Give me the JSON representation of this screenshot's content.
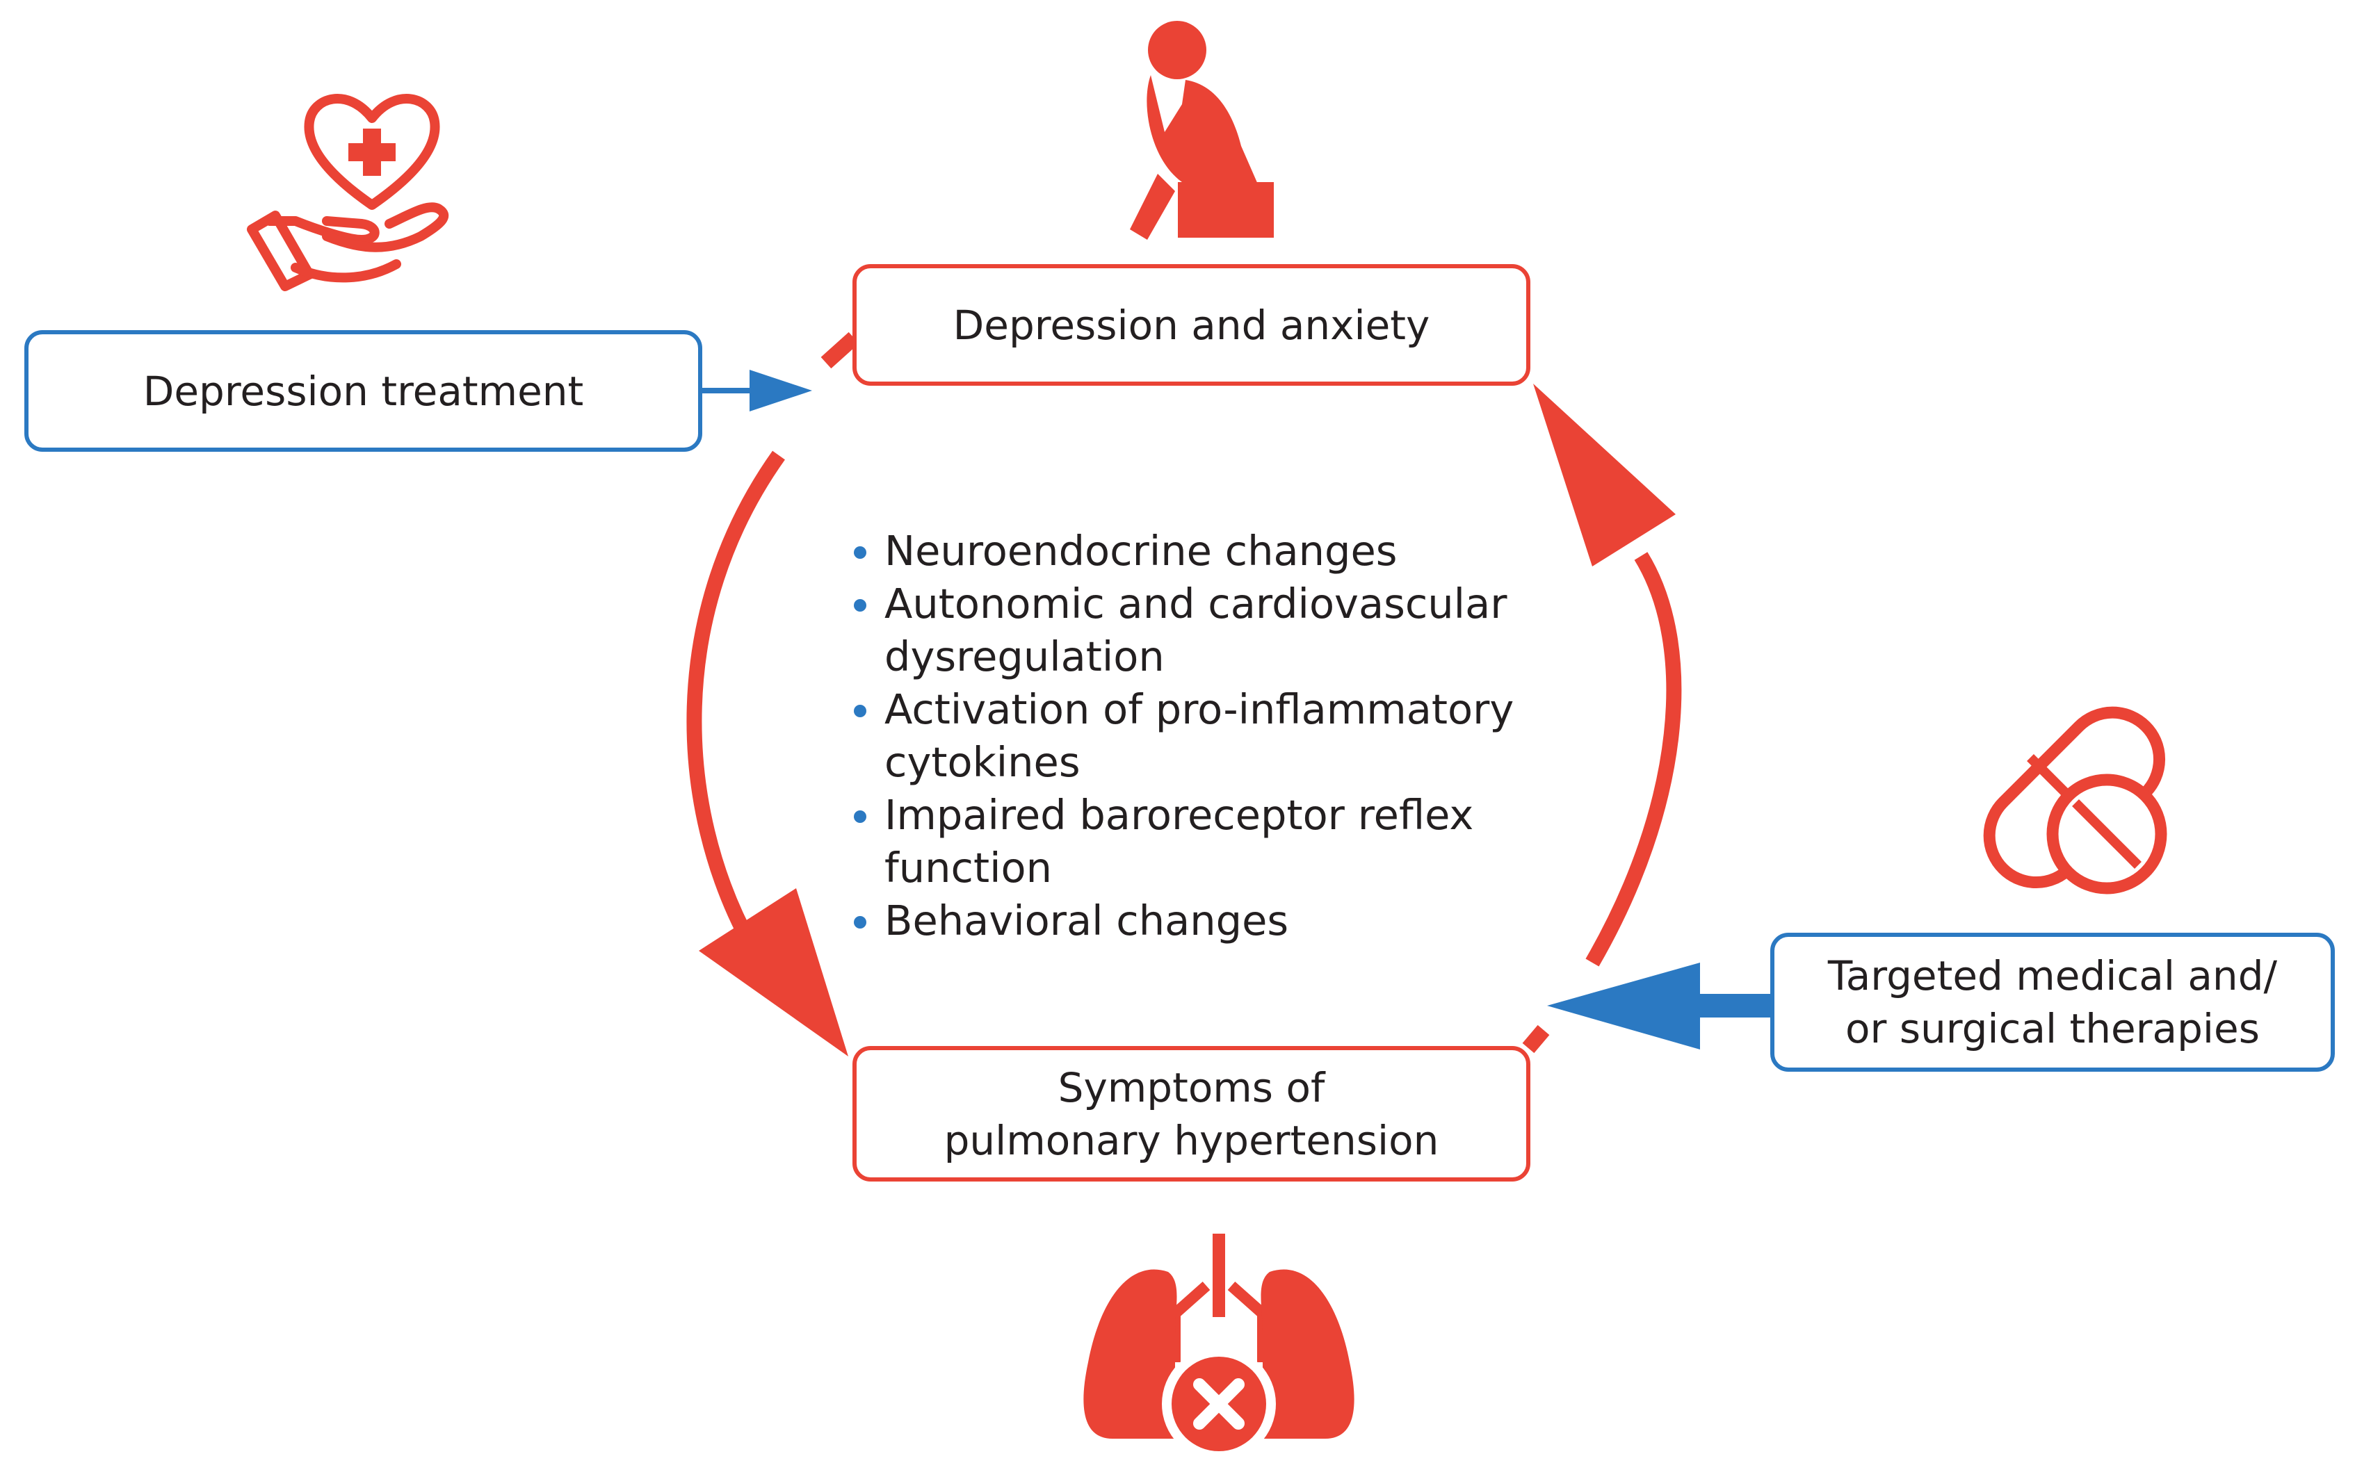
{
  "colors": {
    "cycle_red": "#ea4335",
    "intervention_blue": "#2b79c2",
    "text": "#231f20"
  },
  "nodes": {
    "depression_anxiety": "Depression and anxiety",
    "symptoms_ph_line1": "Symptoms of",
    "symptoms_ph_line2": "pulmonary hypertension",
    "depression_treatment": "Depression treatment",
    "targeted_therapies_line1": "Targeted medical and/",
    "targeted_therapies_line2": "or surgical therapies"
  },
  "mechanisms": [
    "Neuroendocrine changes",
    "Autonomic and cardiovascular dysregulation",
    "Activation of pro-inflammatory cytokines",
    "Impaired baroreceptor reflex function",
    "Behavioral changes"
  ],
  "icons": {
    "top": "thinking-person-icon",
    "bottom": "lungs-x-icon",
    "left": "heart-hand-icon",
    "right": "pills-icon"
  }
}
